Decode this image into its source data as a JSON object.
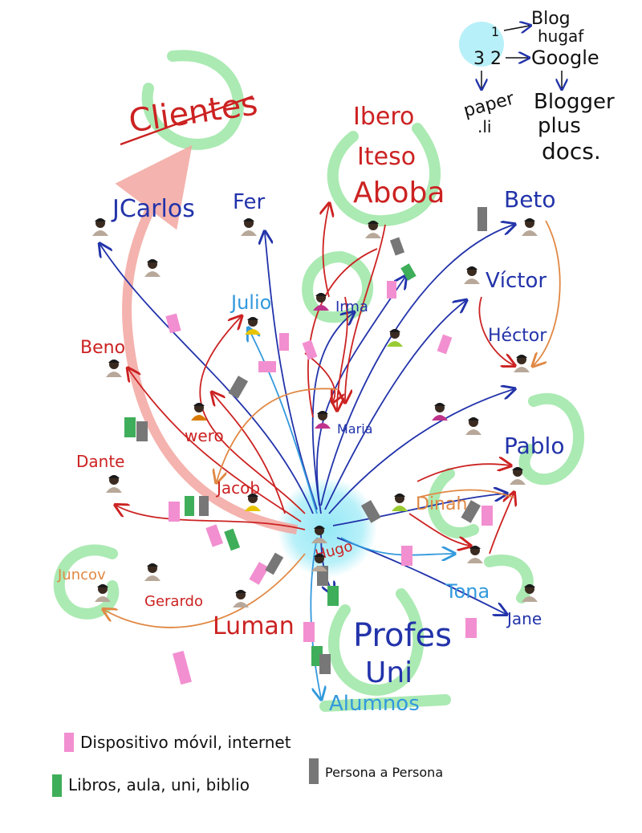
{
  "title": "Clientes",
  "institutions": [
    "Ibero",
    "Iteso",
    "Aboba"
  ],
  "center": {
    "label": "Hugo"
  },
  "people": [
    {
      "id": "jcarlos",
      "label": "JCarlos",
      "color": "#2233aa"
    },
    {
      "id": "fer",
      "label": "Fer",
      "color": "#2233aa"
    },
    {
      "id": "beto",
      "label": "Beto",
      "color": "#2233aa"
    },
    {
      "id": "victor",
      "label": "Víctor",
      "color": "#2233aa"
    },
    {
      "id": "hector",
      "label": "Héctor",
      "color": "#2233aa"
    },
    {
      "id": "julio",
      "label": "Julio",
      "color": "#3399dd"
    },
    {
      "id": "irma",
      "label": "Irma",
      "color": "#2233aa"
    },
    {
      "id": "beno",
      "label": "Beno",
      "color": "#cc2222"
    },
    {
      "id": "wero",
      "label": "wero",
      "color": "#cc2222"
    },
    {
      "id": "maria",
      "label": "Maria",
      "color": "#2233aa"
    },
    {
      "id": "dante",
      "label": "Dante",
      "color": "#cc2222"
    },
    {
      "id": "jacob",
      "label": "Jacob",
      "color": "#cc2222"
    },
    {
      "id": "pablo",
      "label": "Pablo",
      "color": "#2233aa"
    },
    {
      "id": "dinah",
      "label": "Dinah",
      "color": "#e08844"
    },
    {
      "id": "juncov",
      "label": "Juncov",
      "color": "#e08844"
    },
    {
      "id": "gerardo",
      "label": "Gerardo",
      "color": "#cc2222"
    },
    {
      "id": "luman",
      "label": "Luman",
      "color": "#cc2222"
    },
    {
      "id": "tona",
      "label": "Tona",
      "color": "#3399dd"
    },
    {
      "id": "jane",
      "label": "Jane",
      "color": "#2233aa"
    }
  ],
  "groups": {
    "profes": "Profes",
    "uni": "Uni",
    "alumnos": "Alumnos"
  },
  "notes": {
    "line1_num": "1",
    "blog": "Blog",
    "hugaf": "hugaf",
    "line2_num": "3 2",
    "google": "Google",
    "paper": "paper",
    "li": ".li",
    "blogger": "Blogger",
    "plus": "plus",
    "docs": "docs."
  },
  "legend": [
    {
      "label": "Dispositivo móvil, internet",
      "color": "#f28fd0"
    },
    {
      "label": "Libros, aula, uni, biblio",
      "color": "#3fae5a"
    },
    {
      "label": "Persona a Persona",
      "color": "#777777"
    }
  ],
  "colors": {
    "blue": "#2233aa",
    "red": "#cc2222",
    "orange": "#e08844",
    "light_blue": "#3399dd",
    "green_ring": "#8fe39a",
    "pink_mark": "#f28fd0",
    "gray_mark": "#777777",
    "salmon_arrow": "#f3a6a0",
    "center_glow": "#88e6f5"
  }
}
